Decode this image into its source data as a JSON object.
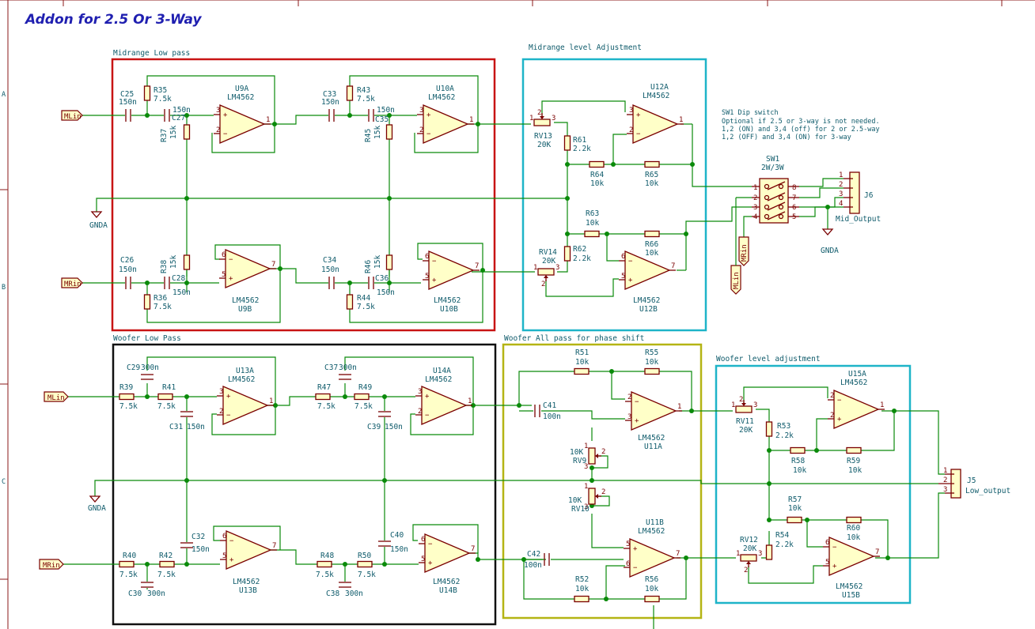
{
  "title": "Addon for 2.5 Or 3-Way",
  "border_rows": [
    "A",
    "B",
    "C"
  ],
  "blocks": {
    "mid_lp": "Midrange Low pass",
    "mid_level": "Midrange level Adjustment",
    "woof_lp": "Woofer Low Pass",
    "woof_ap": "Woofer All pass for phase shift",
    "woof_level": "Woofer level adjustment"
  },
  "labels": {
    "mlin": "MLin",
    "mrin": "MRin",
    "gnda": "GNDA"
  },
  "note": [
    "SW1 Dip switch",
    "Optional if 2.5 or 3-way is not needed.",
    "1,2 (ON) and 3,4 (off) for 2 or 2.5-way",
    "1,2 (OFF) and 3,4 (ON) for 3-way"
  ],
  "sw1": {
    "ref": "SW1",
    "value": "2W/3W"
  },
  "j6": {
    "ref": "J6",
    "value": "Mid_Output"
  },
  "j5": {
    "ref": "J5",
    "value": "Low_output"
  },
  "parts": {
    "C25": [
      "C25",
      "150n"
    ],
    "R35": [
      "R35",
      "7.5k"
    ],
    "C27": [
      "C27",
      "150n"
    ],
    "R37": [
      "R37",
      "15k"
    ],
    "U9A": [
      "U9A",
      "LM4562"
    ],
    "C33": [
      "C33",
      "150n"
    ],
    "R43": [
      "R43",
      "7.5k"
    ],
    "C35": [
      "C35",
      "150n"
    ],
    "R45": [
      "R45",
      "15k"
    ],
    "U10A": [
      "U10A",
      "LM4562"
    ],
    "C26": [
      "C26",
      "150n"
    ],
    "R36": [
      "R36",
      "7.5k"
    ],
    "C28": [
      "C28",
      "150n"
    ],
    "R38": [
      "R38",
      "15k"
    ],
    "U9B": [
      "U9B",
      "LM4562"
    ],
    "C34": [
      "C34",
      "150n"
    ],
    "R44": [
      "R44",
      "7.5k"
    ],
    "C36": [
      "C36",
      "150n"
    ],
    "R46": [
      "R46",
      "15k"
    ],
    "U10B": [
      "U10B",
      "LM4562"
    ],
    "RV13": [
      "RV13",
      "20K"
    ],
    "R61": [
      "R61",
      "2.2k"
    ],
    "U12A": [
      "U12A",
      "LM4562"
    ],
    "R64": [
      "R64",
      "10k"
    ],
    "R65": [
      "R65",
      "10k"
    ],
    "R63": [
      "R63",
      "10k"
    ],
    "RV14": [
      "RV14",
      "20K"
    ],
    "R62": [
      "R62",
      "2.2k"
    ],
    "R66": [
      "R66",
      "10k"
    ],
    "U12B": [
      "U12B",
      "LM4562"
    ],
    "C29": [
      "C29",
      "300n"
    ],
    "R39": [
      "R39",
      "7.5k"
    ],
    "R41": [
      "R41",
      "7.5k"
    ],
    "C31": [
      "C31",
      "150n"
    ],
    "U13A": [
      "U13A",
      "LM4562"
    ],
    "C37": [
      "C37",
      "300n"
    ],
    "R47": [
      "R47",
      "7.5k"
    ],
    "R49": [
      "R49",
      "7.5k"
    ],
    "C39": [
      "C39",
      "150n"
    ],
    "U14A": [
      "U14A",
      "LM4562"
    ],
    "R40": [
      "R40",
      "7.5k"
    ],
    "R42": [
      "R42",
      "7.5k"
    ],
    "C30": [
      "C30",
      "300n"
    ],
    "C32": [
      "C32",
      "150n"
    ],
    "U13B": [
      "U13B",
      "LM4562"
    ],
    "R48": [
      "R48",
      "7.5k"
    ],
    "R50": [
      "R50",
      "7.5k"
    ],
    "C38": [
      "C38",
      "300n"
    ],
    "C40": [
      "C40",
      "150n"
    ],
    "U14B": [
      "U14B",
      "LM4562"
    ],
    "R51": [
      "R51",
      "10k"
    ],
    "R55": [
      "R55",
      "10k"
    ],
    "C41": [
      "C41",
      "100n"
    ],
    "U11A": [
      "U11A",
      "LM4562"
    ],
    "RV9": [
      "RV9",
      "10K"
    ],
    "RV10": [
      "RV10",
      "10K"
    ],
    "U11B": [
      "U11B",
      "LM4562"
    ],
    "C42": [
      "C42",
      "100n"
    ],
    "R52": [
      "R52",
      "10k"
    ],
    "R56": [
      "R56",
      "10k"
    ],
    "RV11": [
      "RV11",
      "20K"
    ],
    "R53": [
      "R53",
      "2.2k"
    ],
    "U15A": [
      "U15A",
      "LM4562"
    ],
    "R58": [
      "R58",
      "10k"
    ],
    "R59": [
      "R59",
      "10k"
    ],
    "R57": [
      "R57",
      "10k"
    ],
    "RV12": [
      "RV12",
      "20K"
    ],
    "R54": [
      "R54",
      "2.2k"
    ],
    "R60": [
      "R60",
      "10k"
    ],
    "U15B": [
      "U15B",
      "LM4562"
    ]
  },
  "colors": {
    "wire": "#0a8a0a",
    "component": "#7a0000",
    "text": "#0f5b6b",
    "title": "#1f1fb0",
    "mid_lp_box": "#c81414",
    "mid_level_box": "#1eb4c8",
    "woof_lp_box": "#111111",
    "woof_ap_box": "#b4b414",
    "woof_level_box": "#1eb4c8"
  }
}
